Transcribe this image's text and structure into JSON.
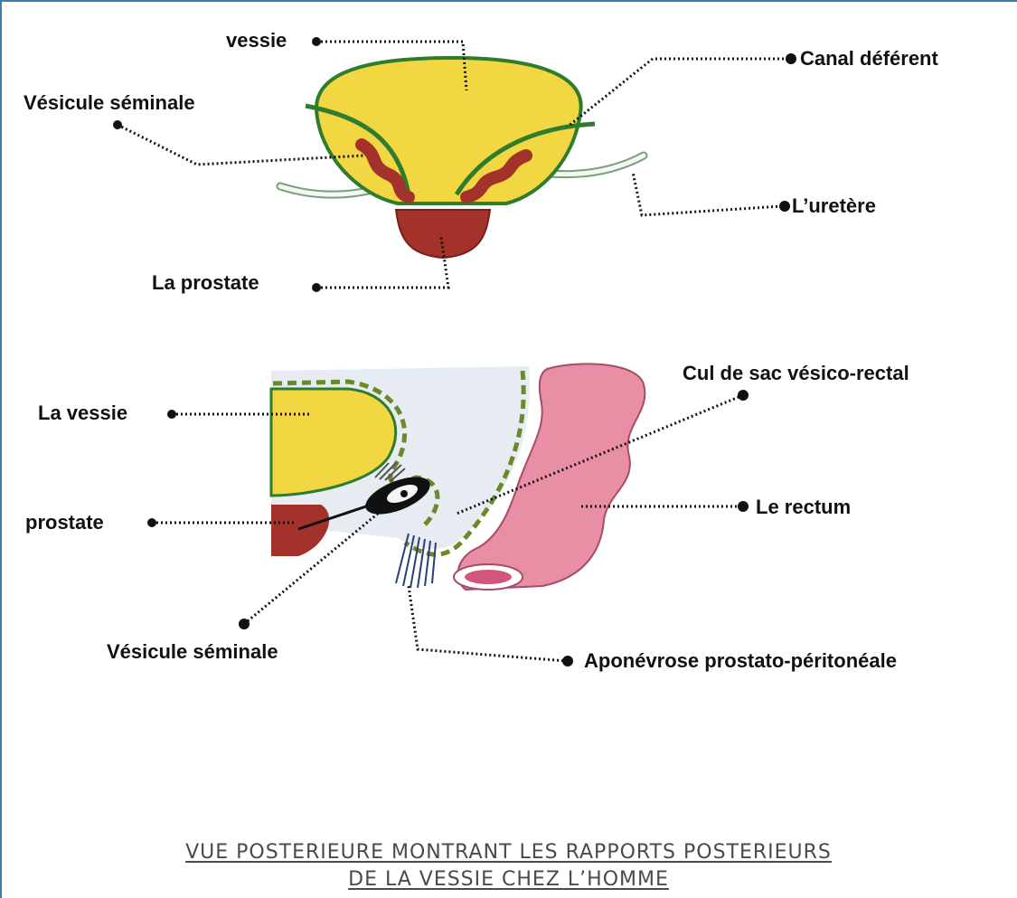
{
  "top_figure": {
    "vessie": "vessie",
    "canal_deferent": "Canal déférent",
    "vesicule_seminale": "Vésicule séminale",
    "uretere": "L’uretère",
    "prostate": "La prostate"
  },
  "bottom_figure": {
    "cul_de_sac": "Cul de sac vésico-rectal",
    "la_vessie": "La vessie",
    "le_rectum": "Le rectum",
    "prostate": "prostate",
    "vesicule_seminale": "Vésicule séminale",
    "aponevrose": "Aponévrose prostato-péritonéale"
  },
  "caption": {
    "line1": "VUE POSTERIEURE MONTRANT LES RAPPORTS POSTERIEURS",
    "line2": "DE LA VESSIE CHEZ L’HOMME"
  },
  "colors": {
    "bladder": "#f2d743",
    "bladder_outline": "#2e7d2e",
    "prostate": "#a3322a",
    "rectum": "#e88fa6",
    "peritoneum_fill": "#e6ecf2",
    "caption": "#4a4a4a"
  }
}
